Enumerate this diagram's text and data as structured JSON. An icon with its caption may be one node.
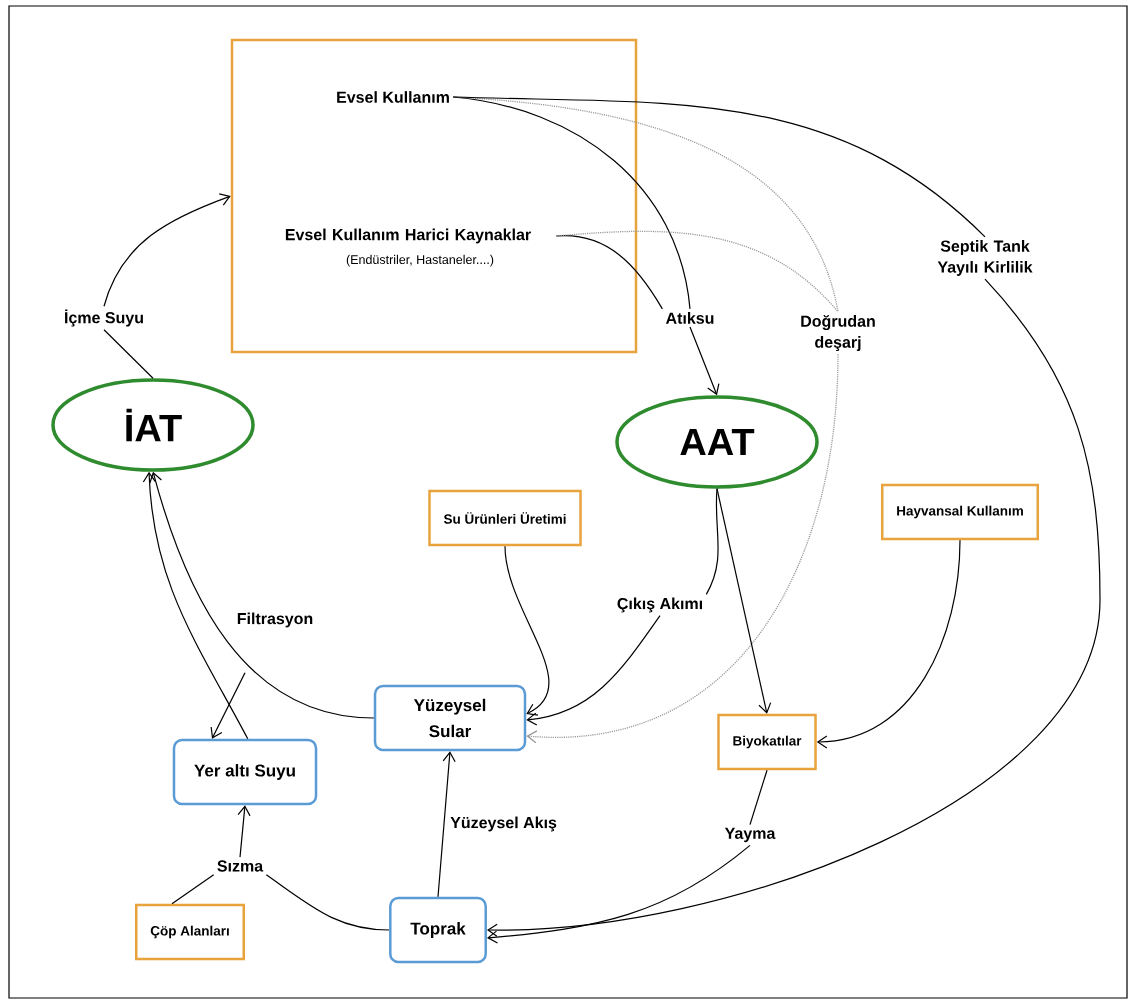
{
  "diagram": {
    "nodes": [
      {
        "text": [],
        "shape": "box"
      },
      {
        "text": [
          "Evsel Kullanım"
        ],
        "in": 0
      },
      {
        "text": [
          "Evsel Kullanım Harici Kaynaklar"
        ],
        "beside": [
          "(Endüstriler, Hastaneler....)"
        ],
        "in": 0
      },
      {
        "text": [
          "İçme Suyu"
        ]
      },
      {
        "text": [
          "Atıksu"
        ]
      },
      {
        "text": [
          "Doğrudan deşarj"
        ]
      },
      {
        "text": [
          "Septik Tank Yayılı Kirlilik"
        ]
      },
      {
        "text": [
          "İAT"
        ]
      },
      {
        "text": [
          "AAT"
        ]
      },
      {
        "text": [
          "Su Ürünleri Üretimi"
        ]
      },
      {
        "text": [
          "Hayvansal Kullanım"
        ]
      },
      {
        "text": [
          "Filtrasyon"
        ]
      },
      {
        "text": [
          "Çıkış Akımı"
        ]
      },
      {
        "text": [
          "Yüzeysel Sular"
        ]
      },
      {
        "text": [
          "Biyokatılar"
        ]
      },
      {
        "text": [
          "Yer altı Suyu"
        ]
      },
      {
        "text": [
          "Sızma"
        ]
      },
      {
        "text": [
          "Yayma"
        ]
      },
      {
        "text": [
          "Çöp Alanları"
        ]
      },
      {
        "text": [
          "Toprak"
        ]
      }
    ],
    "edges": [
      {
        "from": 7,
        "to": 3,
        "arrow": "none"
      },
      {
        "from": 3,
        "to": 0,
        "arrow": "to"
      },
      {
        "from": 1,
        "to": 4,
        "arrow": "none"
      },
      {
        "from": 2,
        "to": 4,
        "arrow": "none"
      },
      {
        "from": 4,
        "to": 8,
        "arrow": "to"
      },
      {
        "from": 1,
        "to": 5,
        "arrow": "none",
        "style": "dashed",
        "color": "#9a9a9a"
      },
      {
        "from": 2,
        "to": 5,
        "arrow": "none",
        "style": "dashed",
        "color": "#9a9a9a"
      },
      {
        "from": 5,
        "to": 13,
        "arrow": "to",
        "style": "dashed",
        "color": "#9a9a9a"
      },
      {
        "from": 1,
        "to": 6,
        "arrow": "none"
      },
      {
        "from": 6,
        "to": 19,
        "arrow": "to"
      },
      {
        "from": 13,
        "to": 7,
        "arrow": "to"
      },
      {
        "from": 15,
        "to": 7,
        "arrow": "to"
      },
      {
        "from": 11,
        "to": 15,
        "arrow": "to"
      },
      {
        "from": 8,
        "to": 12,
        "arrow": "none"
      },
      {
        "from": 12,
        "to": 13,
        "arrow": "to"
      },
      {
        "from": 9,
        "to": 13,
        "arrow": "to"
      },
      {
        "from": 8,
        "to": 14,
        "arrow": "to"
      },
      {
        "from": 10,
        "to": 14,
        "arrow": "to"
      },
      {
        "from": 14,
        "to": 17,
        "arrow": "none"
      },
      {
        "from": 17,
        "to": 19,
        "arrow": "to"
      },
      {
        "from": 19,
        "to": 13,
        "arrow": "to",
        "label": "Yüzeysel Akış"
      },
      {
        "from": 19,
        "to": 16,
        "arrow": "none"
      },
      {
        "from": 18,
        "to": 16,
        "arrow": "none"
      },
      {
        "from": 16,
        "to": 15,
        "arrow": "to"
      }
    ]
  }
}
